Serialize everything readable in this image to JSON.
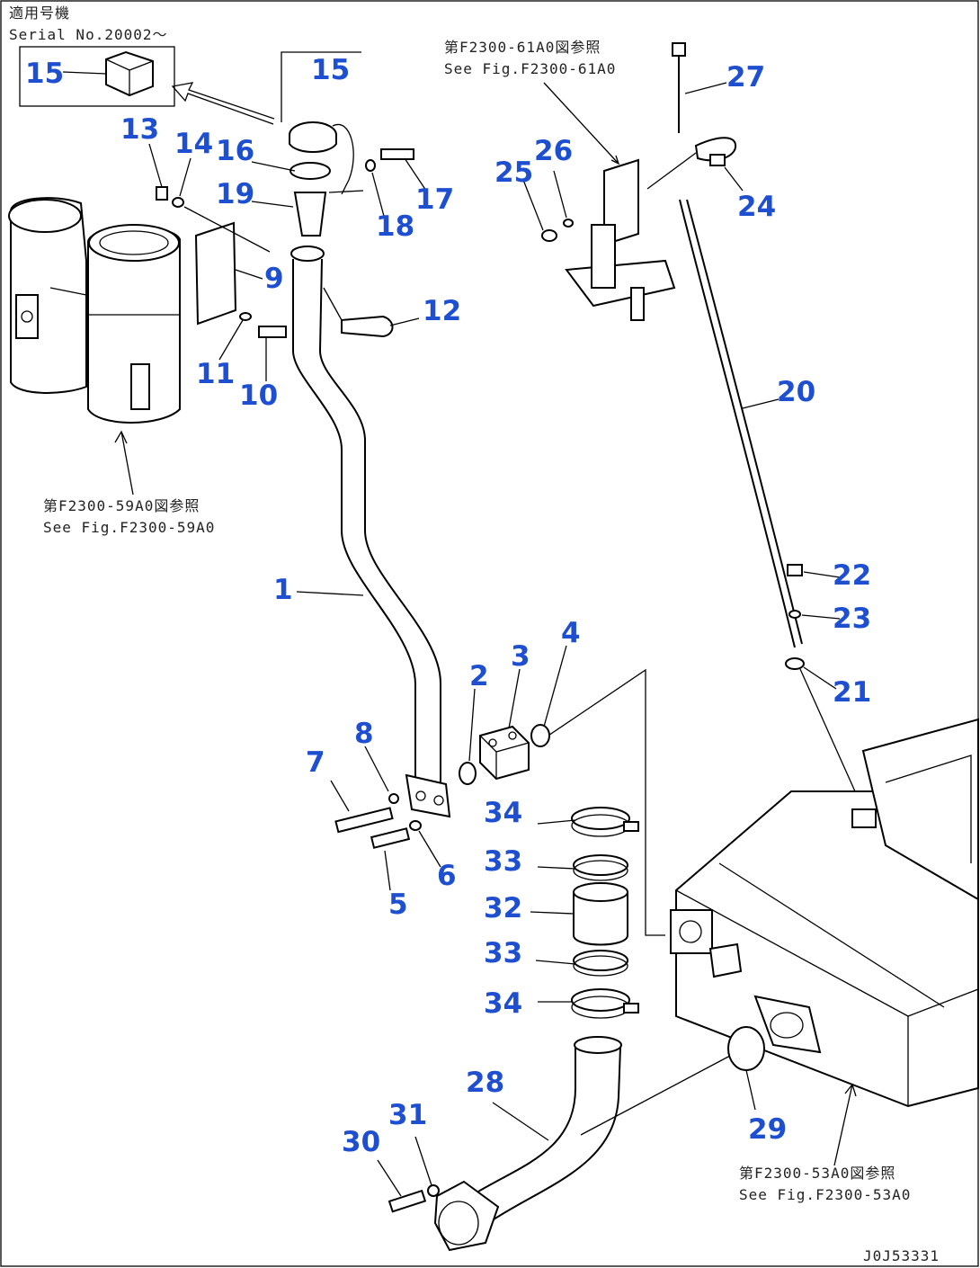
{
  "notes": {
    "serial_jp": "適用号機",
    "serial_en": "Serial No.20002～",
    "ref_6100_jp": "第F2300-61A0図参照",
    "ref_6100_en": "See Fig.F2300-61A0",
    "ref_5900_jp": "第F2300-59A0図参照",
    "ref_5900_en": "See Fig.F2300-59A0",
    "ref_5300_jp": "第F2300-53A0図参照",
    "ref_5300_en": "See Fig.F2300-53A0",
    "drawing_id": "J0J53331"
  },
  "callouts": {
    "c1": "1",
    "c2": "2",
    "c3": "3",
    "c4": "4",
    "c5": "5",
    "c6": "6",
    "c7": "7",
    "c8": "8",
    "c9": "9",
    "c10": "10",
    "c11": "11",
    "c12": "12",
    "c13": "13",
    "c14": "14",
    "c15a": "15",
    "c15b": "15",
    "c16": "16",
    "c17": "17",
    "c18": "18",
    "c19": "19",
    "c20": "20",
    "c21": "21",
    "c22": "22",
    "c23": "23",
    "c24": "24",
    "c25": "25",
    "c26": "26",
    "c27": "27",
    "c28": "28",
    "c29": "29",
    "c30": "30",
    "c31": "31",
    "c32": "32",
    "c33a": "33",
    "c33b": "33",
    "c34a": "34",
    "c34b": "34"
  },
  "colors": {
    "callout": "#1e4fd0",
    "line": "#000000"
  }
}
